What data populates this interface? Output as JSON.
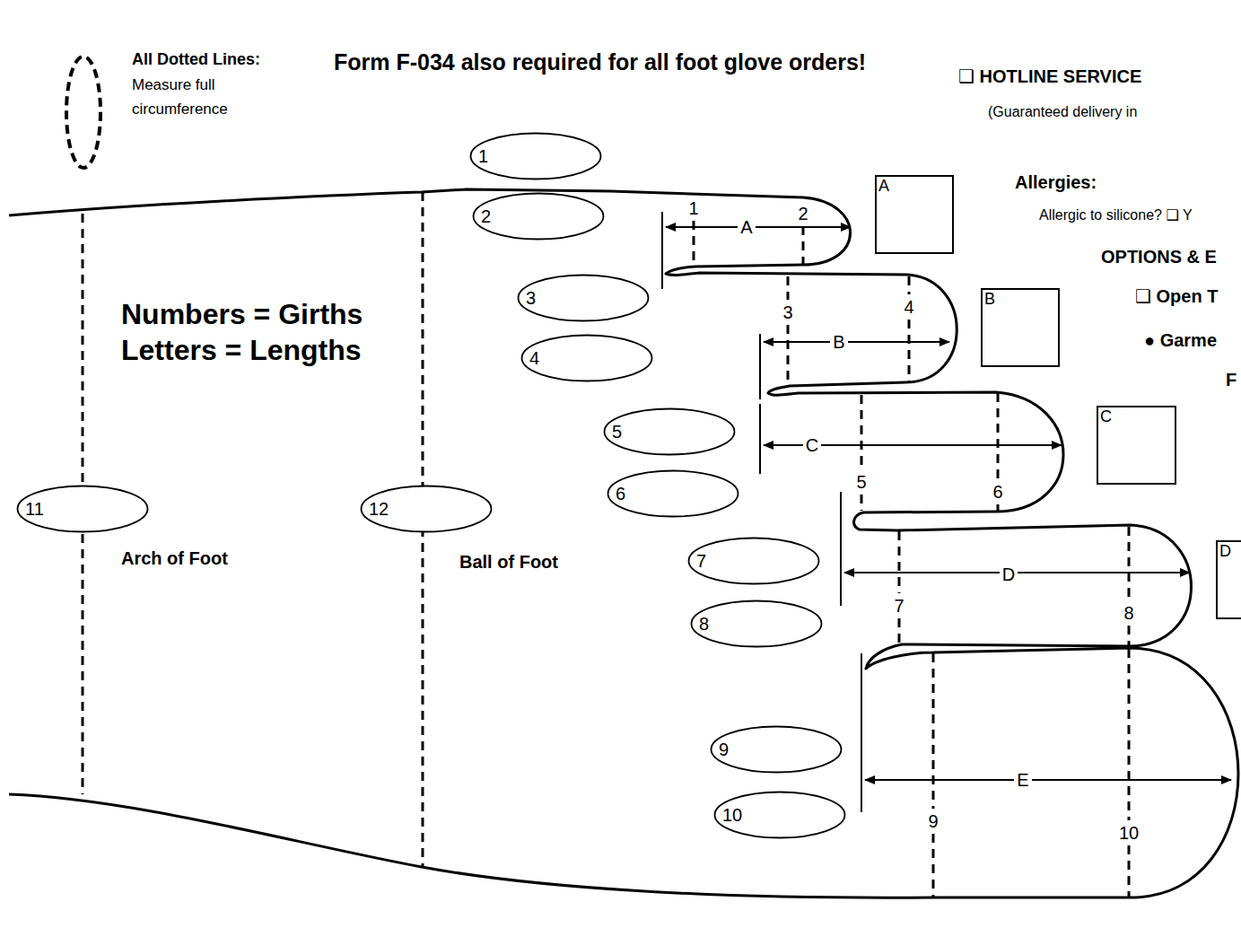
{
  "diagram": {
    "nodes": [
      {
        "text": [
          "1"
        ]
      },
      {
        "text": [
          "2"
        ]
      },
      {
        "text": [
          "3"
        ]
      },
      {
        "text": [
          "4"
        ]
      },
      {
        "text": [
          "5"
        ]
      },
      {
        "text": [
          "6"
        ]
      },
      {
        "text": [
          "7"
        ]
      },
      {
        "text": [
          "8"
        ]
      },
      {
        "text": [
          "9"
        ]
      },
      {
        "text": [
          "10"
        ]
      },
      {
        "text": [
          "11"
        ]
      },
      {
        "text": [
          "12"
        ]
      },
      {
        "text": [
          "A"
        ]
      },
      {
        "text": [
          "B"
        ]
      },
      {
        "text": [
          "C"
        ]
      },
      {
        "text": [
          "D"
        ]
      }
    ],
    "labels": [
      "All Dotted Lines:",
      "Measure full circumference",
      "Form F-034 also required for all foot glove orders!",
      "❑ HOTLINE SERVICE",
      "(Guaranteed delivery in",
      "Allergies:",
      "Allergic to silicone? ❑ Y",
      "OPTIONS & E",
      "❑ Open T",
      "● Garme",
      "F",
      "Numbers = Girths",
      "Letters = Lengths",
      "Arch of Foot",
      "Ball of Foot",
      "1",
      "2",
      "3",
      "4",
      "5",
      "6",
      "7",
      "8",
      "9",
      "10",
      "A",
      "B",
      "C",
      "D",
      "E"
    ]
  }
}
